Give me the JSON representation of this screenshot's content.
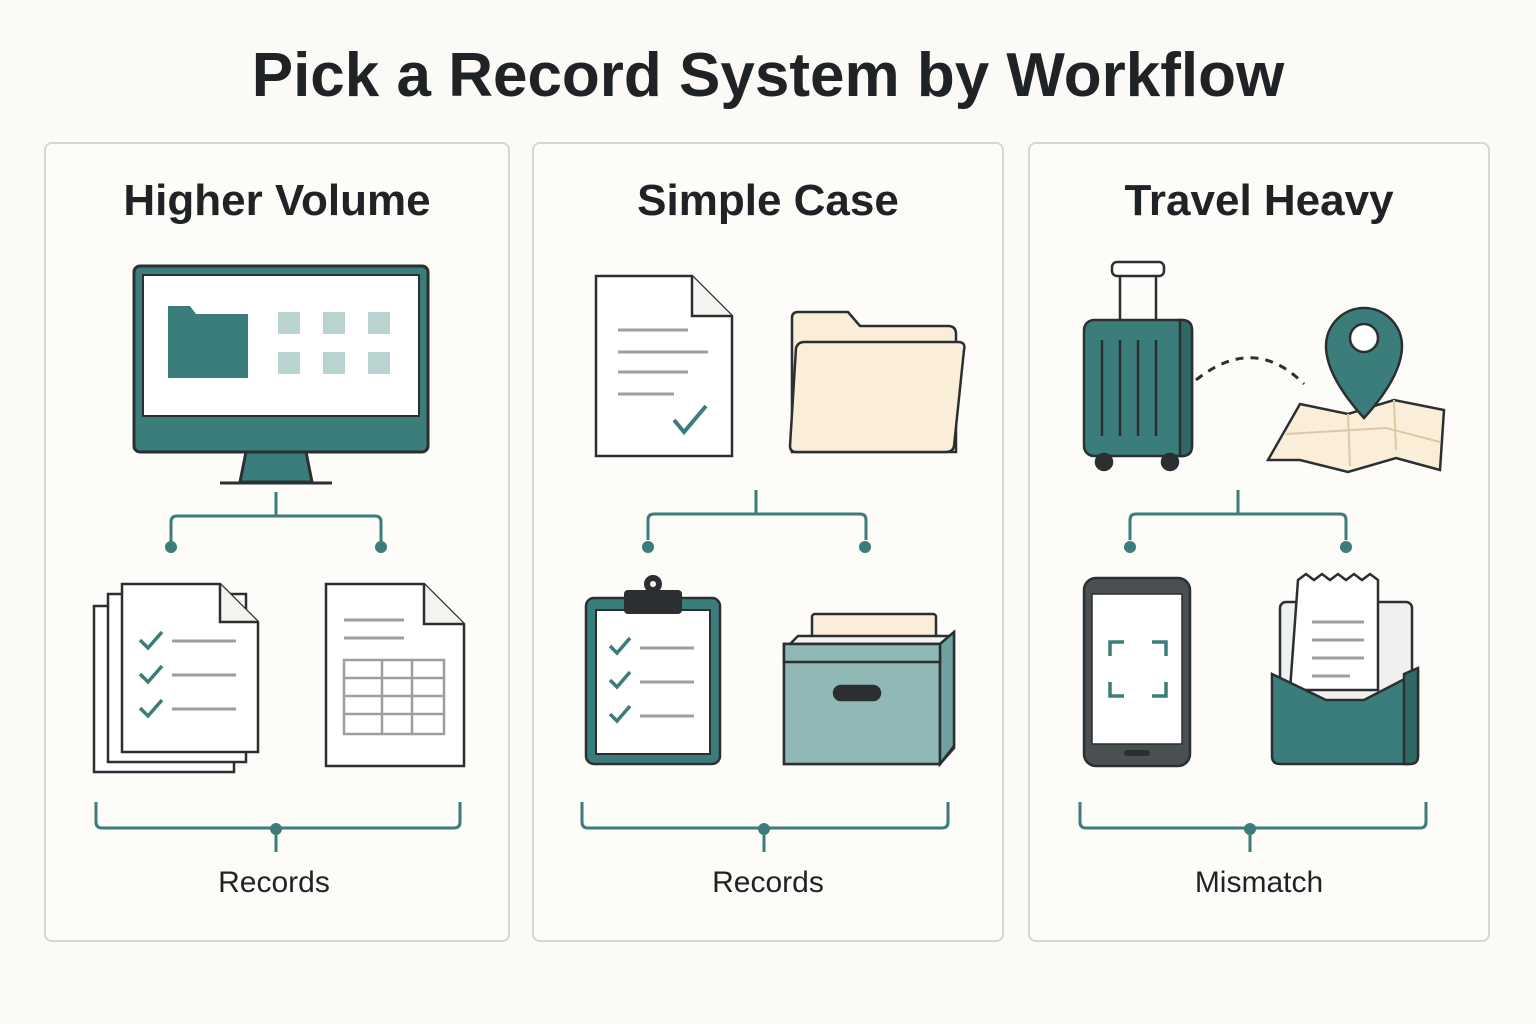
{
  "title": "Pick a Record System by Workflow",
  "colors": {
    "teal": "#3b7d7a",
    "outline": "#2b2f31",
    "light_teal": "#b9d3d1",
    "cream": "#faeed8",
    "panel_border": "#d6d6d2"
  },
  "panels": [
    {
      "heading": "Higher Volume",
      "top_icons": [
        "computer-monitor-icon"
      ],
      "bottom_icons": [
        "checklist-documents-icon",
        "spreadsheet-document-icon"
      ],
      "caption": "Records"
    },
    {
      "heading": "Simple Case",
      "top_icons": [
        "checked-document-icon",
        "folder-icon"
      ],
      "bottom_icons": [
        "clipboard-checklist-icon",
        "file-box-icon"
      ],
      "caption": "Records"
    },
    {
      "heading": "Travel Heavy",
      "top_icons": [
        "suitcase-icon",
        "map-pin-icon"
      ],
      "bottom_icons": [
        "phone-scan-icon",
        "receipt-envelope-icon"
      ],
      "caption": "Mismatch"
    }
  ]
}
